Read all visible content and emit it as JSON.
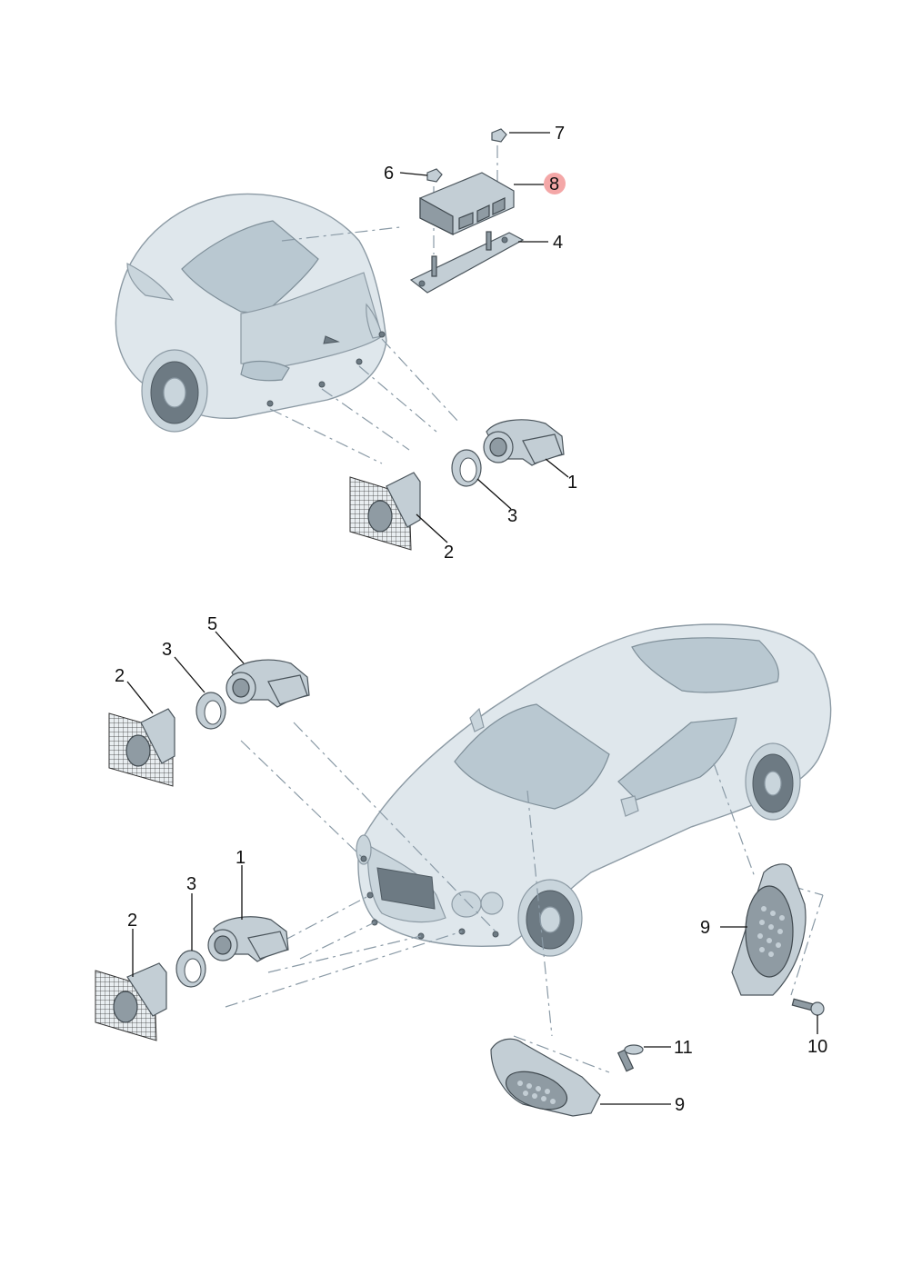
{
  "diagram": {
    "callouts": [
      {
        "id": "c7",
        "label": "7"
      },
      {
        "id": "c6",
        "label": "6"
      },
      {
        "id": "c8",
        "label": "8",
        "highlighted": true,
        "highlight_color": "#f4a7a7"
      },
      {
        "id": "c4",
        "label": "4"
      },
      {
        "id": "c1a",
        "label": "1"
      },
      {
        "id": "c3a",
        "label": "3"
      },
      {
        "id": "c2a",
        "label": "2"
      },
      {
        "id": "c5",
        "label": "5"
      },
      {
        "id": "c3b",
        "label": "3"
      },
      {
        "id": "c2b",
        "label": "2"
      },
      {
        "id": "c1b",
        "label": "1"
      },
      {
        "id": "c3c",
        "label": "3"
      },
      {
        "id": "c2c",
        "label": "2"
      },
      {
        "id": "c9a",
        "label": "9"
      },
      {
        "id": "c10",
        "label": "10"
      },
      {
        "id": "c11",
        "label": "11"
      },
      {
        "id": "c9b",
        "label": "9"
      }
    ]
  }
}
